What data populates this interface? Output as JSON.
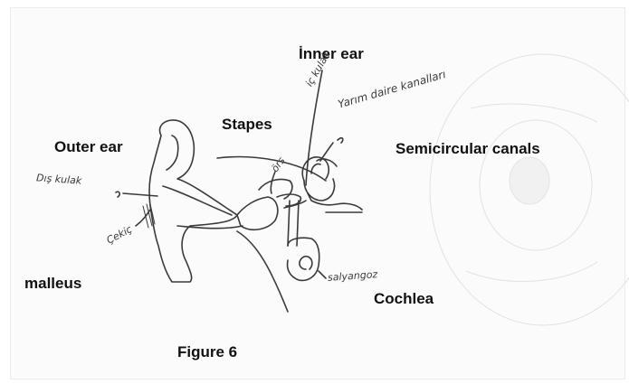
{
  "figure": {
    "caption": "Figure 6",
    "printed_labels": {
      "inner_ear": "İnner ear",
      "stapes": "Stapes",
      "outer_ear": "Outer ear",
      "semicircular_canals": "Semicircular canals",
      "malleus": "malleus",
      "cochlea": "Cochlea"
    },
    "handwritten_labels": {
      "dis_kulak": "Dış kulak",
      "ic_kulak": "iç kulak",
      "yarim_daire_kanallari": "Yarım daire kanalları",
      "ors": "örs",
      "cekic": "Çekiç",
      "salyangoz": "salyangoz"
    }
  }
}
